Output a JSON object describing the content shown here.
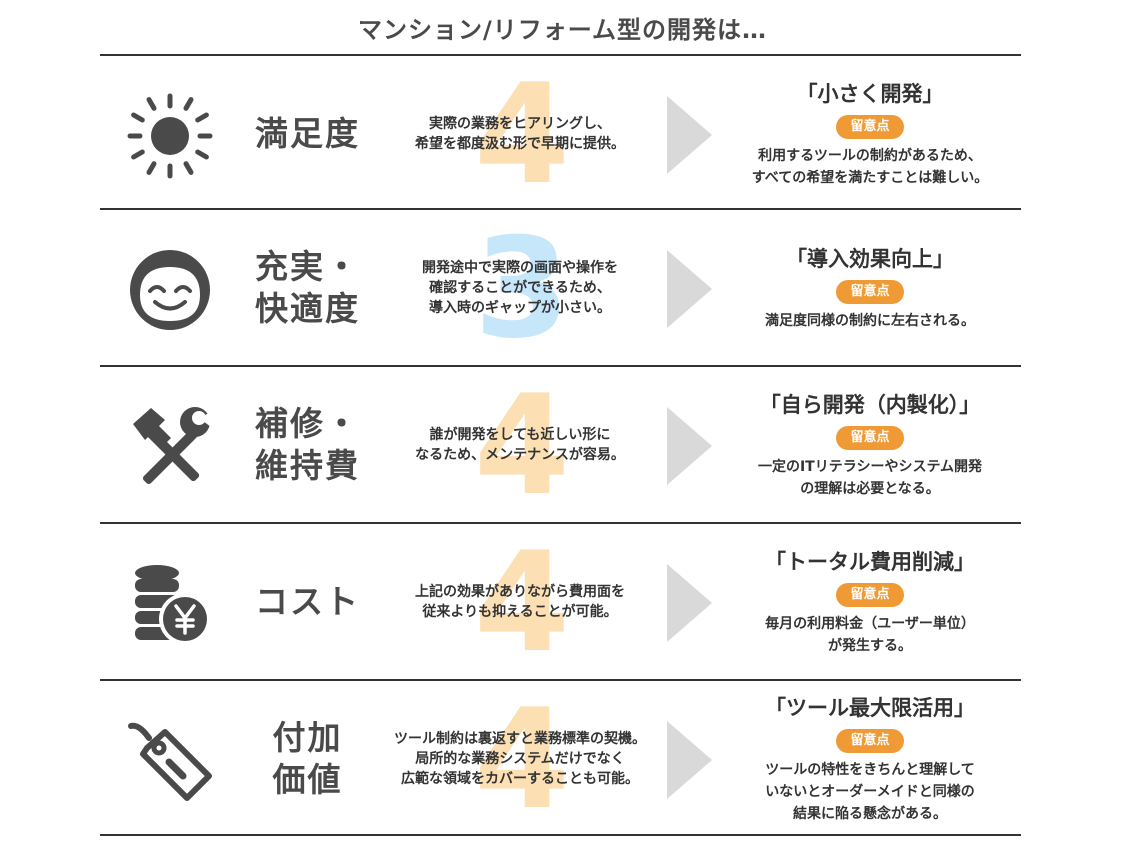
{
  "title": "マンション/リフォーム型の開発は…",
  "badge_label": "留意点",
  "rows": [
    {
      "icon": "sun-icon",
      "category": [
        "満足度"
      ],
      "score": "4",
      "description": [
        "実際の業務をヒアリングし、",
        "希望を都度汲む形で早期に提供。"
      ],
      "right_title": "「小さく開発」",
      "notes": [
        "利用するツールの制約があるため、",
        "すべての希望を満たすことは難しい。"
      ]
    },
    {
      "icon": "smiley-face-icon",
      "category": [
        "充実・",
        "快適度"
      ],
      "score": "3",
      "description": [
        "開発途中で実際の画面や操作を",
        "確認することができるため、",
        "導入時のギャップが小さい。"
      ],
      "right_title": "「導入効果向上」",
      "notes": [
        "満足度同様の制約に左右される。"
      ]
    },
    {
      "icon": "hammer-wrench-icon",
      "category": [
        "補修・",
        "維持費"
      ],
      "score": "4",
      "description": [
        "誰が開発をしても近しい形に",
        "なるため、メンテナンスが容易。"
      ],
      "right_title": "「自ら開発（内製化）」",
      "notes": [
        "一定のITリテラシーやシステム開発",
        "の理解は必要となる。"
      ]
    },
    {
      "icon": "coins-yen-icon",
      "category": [
        "コスト"
      ],
      "score": "4",
      "description": [
        "上記の効果がありながら費用面を",
        "従来よりも抑えることが可能。"
      ],
      "right_title": "「トータル費用削減」",
      "notes": [
        "毎月の利用料金（ユーザー単位）",
        "が発生する。"
      ]
    },
    {
      "icon": "price-tag-icon",
      "category": [
        "付加",
        "価値"
      ],
      "score": "4",
      "description": [
        "ツール制約は裏返すと業務標準の契機。",
        "局所的な業務システムだけでなく",
        "広範な領域をカバーすることも可能。"
      ],
      "right_title": "「ツール最大限活用」",
      "notes": [
        "ツールの特性をきちんと理解して",
        "いないとオーダーメイドと同様の",
        "結果に陥る懸念がある。"
      ]
    }
  ],
  "colors": {
    "badge": "#ef9a34",
    "score_4": "#fce0b4",
    "score_3": "#c6e6fa",
    "icon": "#4a4a4a",
    "arrow": "#d9d9d9"
  }
}
